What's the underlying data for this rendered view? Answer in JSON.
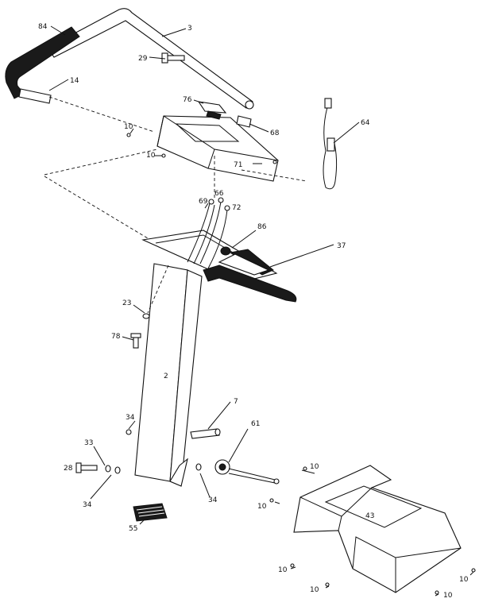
{
  "callouts": {
    "c84": "84",
    "c3": "3",
    "c29": "29",
    "c14": "14",
    "c76": "76",
    "c68": "68",
    "c64": "64",
    "c10a": "10",
    "c10b": "10",
    "c71": "71",
    "c69": "69",
    "c66": "66",
    "c72": "72",
    "c86": "86",
    "c37": "37",
    "c23": "23",
    "c78": "78",
    "c2": "2",
    "c7": "7",
    "c34a": "34",
    "c61": "61",
    "c33": "33",
    "c28": "28",
    "c34b": "34",
    "c34c": "34",
    "c55": "55",
    "c10c": "10",
    "c10d": "10",
    "c43": "43",
    "c10e": "10",
    "c10f": "10",
    "c10g": "10",
    "c10h": "10"
  }
}
